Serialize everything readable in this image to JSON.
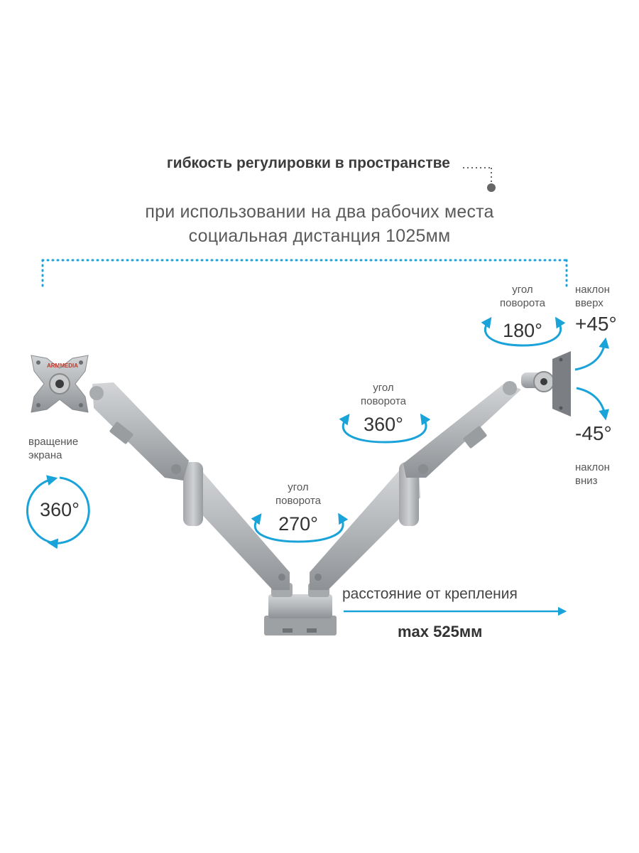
{
  "header": {
    "title": "гибкость регулировки в пространстве",
    "line1": "при использовании на два рабочих места",
    "line2": "социальная дистанция 1025мм"
  },
  "labels": {
    "screen_rotation": {
      "caption": "вращение\nэкрана",
      "value": "360°"
    },
    "swivel_base": {
      "caption": "угол\nповорота",
      "value": "270°"
    },
    "swivel_mid": {
      "caption": "угол\nповорота",
      "value": "360°"
    },
    "swivel_head": {
      "caption": "угол\nповорота",
      "value": "180°"
    },
    "tilt_up": {
      "caption": "наклон\nвверх",
      "value": "+45°"
    },
    "tilt_down": {
      "caption": "наклон\nвниз",
      "value": "-45°"
    },
    "reach": {
      "caption": "расстояние от крепления",
      "value": "max 525мм"
    }
  },
  "brand": "ARMMEDIA",
  "colors": {
    "accent": "#1aa3d9",
    "metal": "#b5b8bb",
    "metal_dark": "#8d9094",
    "text": "#444444"
  }
}
